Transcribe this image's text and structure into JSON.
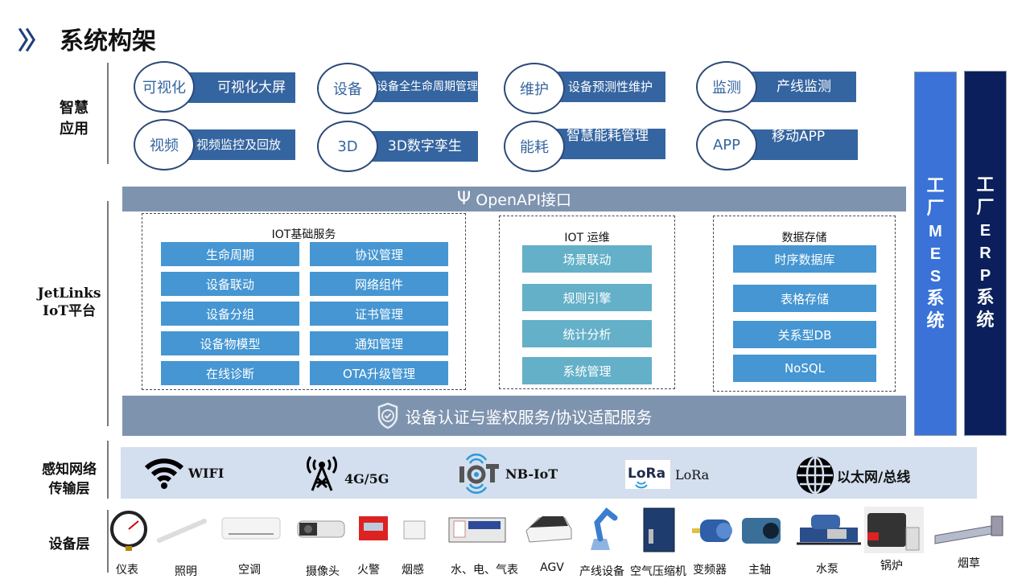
{
  "title": {
    "chevron_icon": "double-chevron-right-icon",
    "text": "系统构架"
  },
  "layers": {
    "smart_app": {
      "line1": "智慧",
      "line2": "应用"
    },
    "platform": {
      "line1": "JetLinks",
      "line2": "IoT平台"
    },
    "network": {
      "line1": "感知网络",
      "line2": "传输层"
    },
    "device": {
      "line1": "设备层"
    }
  },
  "smart_apps": [
    {
      "circle": "可视化",
      "bar": "可视化大屏"
    },
    {
      "circle": "设备",
      "bar": "设备全生命周期管理"
    },
    {
      "circle": "维护",
      "bar": "设备预测性维护"
    },
    {
      "circle": "监测",
      "bar": "产线监测"
    },
    {
      "circle": "视频",
      "bar": "视频监控及回放"
    },
    {
      "circle": "3D",
      "bar": "3D数字孪生"
    },
    {
      "circle": "能耗",
      "bar": "智慧能耗管理"
    },
    {
      "circle": "APP",
      "bar": "移动APP"
    }
  ],
  "openapi": {
    "icon": "api-trident-icon",
    "label": "OpenAPI接口"
  },
  "iot_basic": {
    "title": "IOT基础服务",
    "left": [
      "生命周期",
      "设备联动",
      "设备分组",
      "设备物模型",
      "在线诊断"
    ],
    "right": [
      "协议管理",
      "网络组件",
      "证书管理",
      "通知管理",
      "OTA升级管理"
    ]
  },
  "iot_ops": {
    "title": "IOT 运维",
    "items": [
      "场景联动",
      "规则引擎",
      "统计分析",
      "系统管理"
    ]
  },
  "data_storage": {
    "title": "数据存储",
    "items": [
      "时序数据库",
      "表格存储",
      "关系型DB",
      "NoSQL"
    ]
  },
  "auth": {
    "icon": "shield-check-icon",
    "label": "设备认证与鉴权服务/协议适配服务"
  },
  "side_systems": {
    "mes": {
      "chars": [
        "工",
        "厂",
        "M",
        "E",
        "S",
        "系",
        "统"
      ],
      "color": "#3a72d8"
    },
    "erp": {
      "chars": [
        "工",
        "厂",
        "E",
        "R",
        "P",
        "系",
        "统"
      ],
      "color": "#0b1f5c"
    }
  },
  "network": [
    {
      "icon": "wifi-icon",
      "label": "WIFI"
    },
    {
      "icon": "cell-tower-icon",
      "label": "4G/5G"
    },
    {
      "icon": "iot-logo-icon",
      "label": "NB-IoT"
    },
    {
      "icon": "lora-logo-icon",
      "label": "LoRa"
    },
    {
      "icon": "globe-icon",
      "label": "以太网/总线"
    }
  ],
  "devices": [
    {
      "icon": "pressure-gauge-icon",
      "label": "仪表"
    },
    {
      "icon": "light-tube-icon",
      "label": "照明"
    },
    {
      "icon": "air-conditioner-icon",
      "label": "空调"
    },
    {
      "icon": "camera-icon",
      "label": "摄像头"
    },
    {
      "icon": "fire-alarm-icon",
      "label": "火警"
    },
    {
      "icon": "smoke-sensor-icon",
      "label": "烟感"
    },
    {
      "icon": "utility-meter-icon",
      "label": "水、电、气表"
    },
    {
      "icon": "agv-icon",
      "label": "AGV"
    },
    {
      "icon": "robot-arm-icon",
      "label": "产线设备"
    },
    {
      "icon": "air-compressor-icon",
      "label": "空气压缩机"
    },
    {
      "icon": "frequency-converter-icon",
      "label": "变频器"
    },
    {
      "icon": "spindle-motor-icon",
      "label": "主轴"
    },
    {
      "icon": "water-pump-icon",
      "label": "水泵"
    },
    {
      "icon": "boiler-icon",
      "label": "锅炉"
    },
    {
      "icon": "tobacco-machine-icon",
      "label": "烟草"
    }
  ],
  "colors": {
    "app_bar": "#3565a0",
    "api_bar": "#7e93ae",
    "service_blue": "#4596d2",
    "service_teal": "#63b0c8",
    "network_band": "#d3deee"
  }
}
